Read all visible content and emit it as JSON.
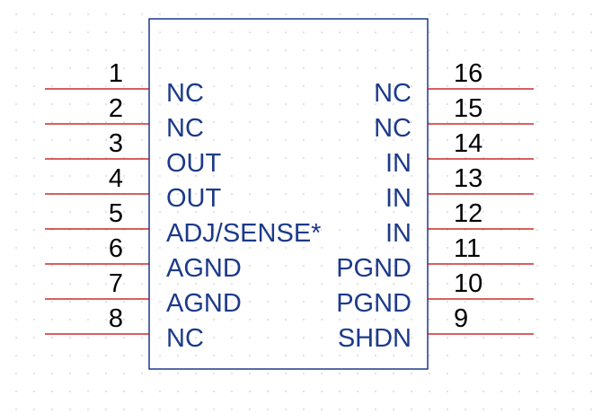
{
  "colors": {
    "body_outline": "#1c3a8a",
    "pin_line": "#c00000",
    "label": "#1c3a8a",
    "number": "#000000"
  },
  "left_pins": [
    {
      "number": "1",
      "label": "NC"
    },
    {
      "number": "2",
      "label": "NC"
    },
    {
      "number": "3",
      "label": "OUT"
    },
    {
      "number": "4",
      "label": "OUT"
    },
    {
      "number": "5",
      "label": "ADJ/SENSE*"
    },
    {
      "number": "6",
      "label": "AGND"
    },
    {
      "number": "7",
      "label": "AGND"
    },
    {
      "number": "8",
      "label": "NC"
    }
  ],
  "right_pins": [
    {
      "number": "16",
      "label": "NC"
    },
    {
      "number": "15",
      "label": "NC"
    },
    {
      "number": "14",
      "label": "IN"
    },
    {
      "number": "13",
      "label": "IN"
    },
    {
      "number": "12",
      "label": "IN"
    },
    {
      "number": "11",
      "label": "PGND"
    },
    {
      "number": "10",
      "label": "PGND"
    },
    {
      "number": "9",
      "label": "SHDN"
    }
  ]
}
